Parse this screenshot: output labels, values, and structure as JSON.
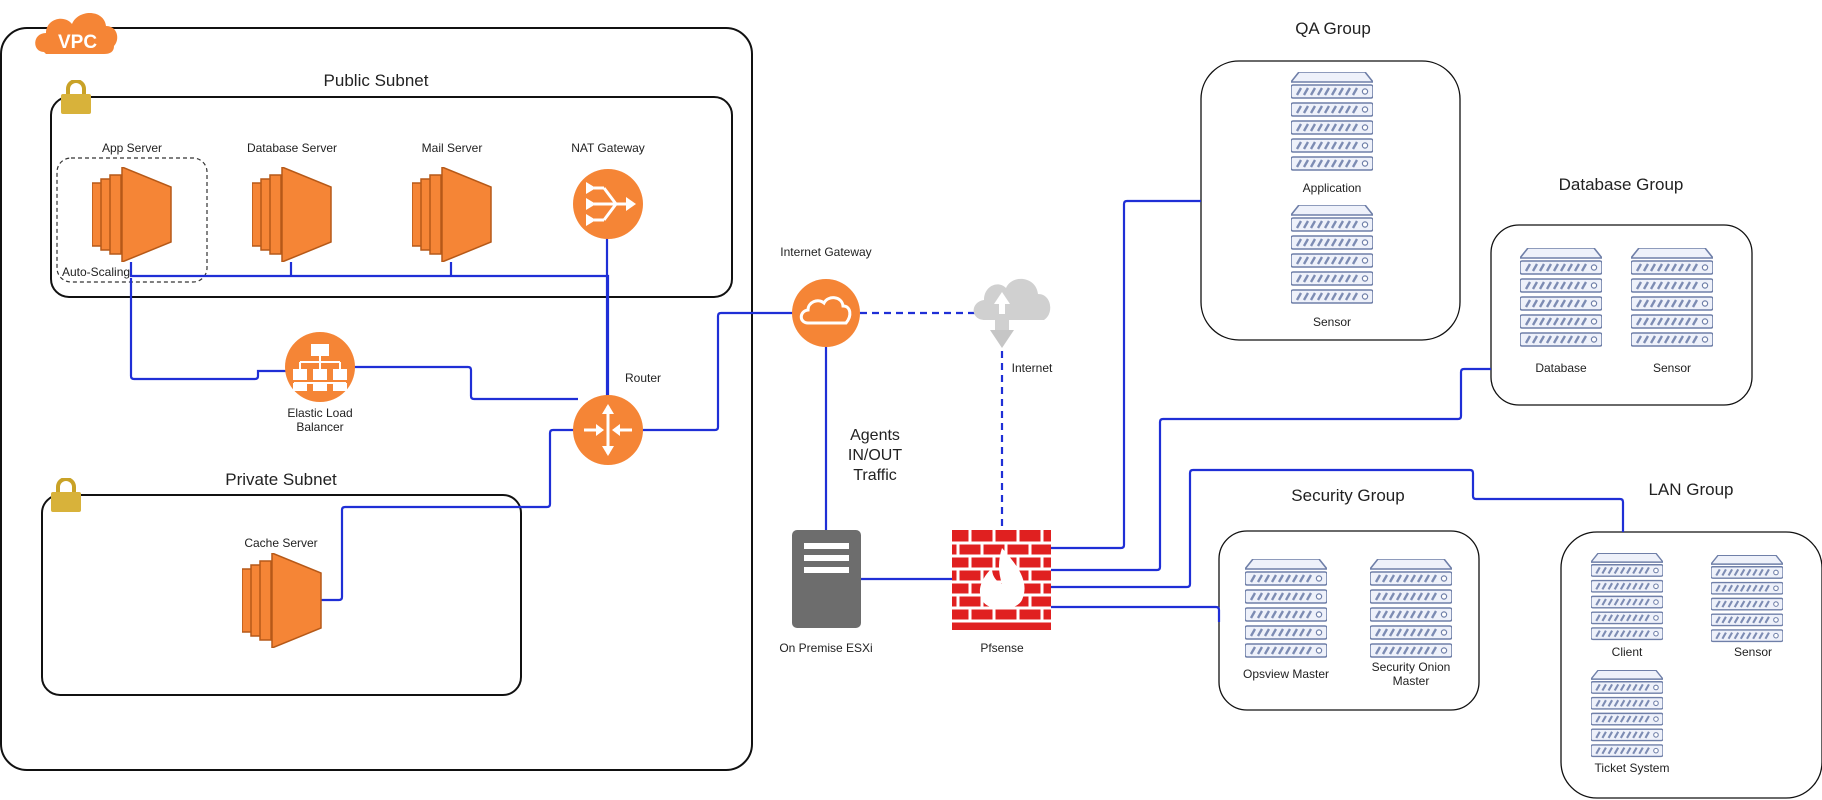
{
  "vpc": {
    "badge": "VPC"
  },
  "public_subnet": {
    "title": "Public Subnet",
    "app_server": "App Server",
    "database_server": "Database Server",
    "mail_server": "Mail Server",
    "nat_gateway": "NAT Gateway",
    "auto_scaling": "Auto-Scaling"
  },
  "elb": {
    "line1": "Elastic Load",
    "line2": "Balancer"
  },
  "router": "Router",
  "private_subnet": {
    "title": "Private Subnet",
    "cache_server": "Cache Server"
  },
  "internet_gateway": "Internet Gateway",
  "internet": "Internet",
  "agents": {
    "line1": "Agents",
    "line2": "IN/OUT",
    "line3": "Traffic"
  },
  "esxi": "On Premise ESXi",
  "pfsense": "Pfsense",
  "qa_group": {
    "title": "QA Group",
    "application": "Application",
    "sensor": "Sensor"
  },
  "database_group": {
    "title": "Database Group",
    "database": "Database",
    "sensor": "Sensor"
  },
  "security_group": {
    "title": "Security Group",
    "opsview": "Opsview Master",
    "so_line1": "Security Onion",
    "so_line2": "Master"
  },
  "lan_group": {
    "title": "LAN Group",
    "client": "Client",
    "sensor": "Sensor",
    "ticket": "Ticket System"
  },
  "colors": {
    "aws_orange": "#f58536",
    "link_blue": "#1f2fd6",
    "firewall_red": "#e02020",
    "server_fill": "#eef1fa",
    "server_stroke": "#6f7fa8",
    "esxi_gray": "#6d6d6d"
  }
}
